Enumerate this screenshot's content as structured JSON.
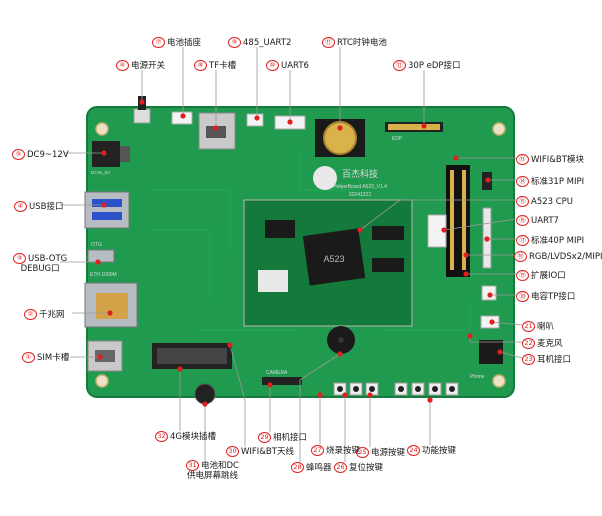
{
  "board": {
    "brand_cn": "百杰科技",
    "model": "HelperBoard A523_V1.4",
    "date": "20241222",
    "cpu_mark": "A523",
    "silk_eth": "ETH 1000M",
    "silk_otg": "OTG",
    "silk_camera": "CAMERA",
    "silk_phone": "Phone",
    "silk_edp": "EDP",
    "silk_dcin": "DCIN_5V"
  },
  "callouts": [
    {
      "num": "①",
      "text": "SIM卡槽"
    },
    {
      "num": "②",
      "text": "千兆网"
    },
    {
      "num": "③",
      "text": "USB-OTG",
      "text2": "DEBUG口"
    },
    {
      "num": "④",
      "text": "USB接口"
    },
    {
      "num": "⑤",
      "text": "DC9~12V"
    },
    {
      "num": "⑥",
      "text": "电源开关"
    },
    {
      "num": "⑦",
      "text": "电池插座"
    },
    {
      "num": "⑧",
      "text": "TF卡槽"
    },
    {
      "num": "⑨",
      "text": "485_UART2"
    },
    {
      "num": "⑩",
      "text": "UART6"
    },
    {
      "num": "⑪",
      "text": "RTC时钟电池"
    },
    {
      "num": "⑫",
      "text": "30P eDP接口"
    },
    {
      "num": "⑬",
      "text": "WIFI&BT模块"
    },
    {
      "num": "⑭",
      "text": "标准31P MIPI"
    },
    {
      "num": "⑮",
      "text": "A523 CPU"
    },
    {
      "num": "⑯",
      "text": "UART7"
    },
    {
      "num": "⑰",
      "text": "标准40P MIPI"
    },
    {
      "num": "⑱",
      "text": "RGB/LVDSx2/MIPI"
    },
    {
      "num": "⑲",
      "text": "扩展IO口"
    },
    {
      "num": "⑳",
      "text": "电容TP接口"
    },
    {
      "num": "21",
      "text": "喇叭"
    },
    {
      "num": "22",
      "text": "麦克风"
    },
    {
      "num": "23",
      "text": "耳机接口"
    },
    {
      "num": "24",
      "text": "功能按键"
    },
    {
      "num": "25",
      "text": "电源按键"
    },
    {
      "num": "26",
      "text": "复位按键"
    },
    {
      "num": "27",
      "text": "烧录按键"
    },
    {
      "num": "28",
      "text": "蜂鸣器"
    },
    {
      "num": "29",
      "text": "相机接口"
    },
    {
      "num": "30",
      "text": "WIFI&BT天线"
    },
    {
      "num": "31",
      "text": "电池和DC",
      "text2": "供电屏幕跳线"
    },
    {
      "num": "32",
      "text": "4G模块插槽"
    }
  ],
  "colors": {
    "pcb": "#1f9a4f",
    "pcb_dark": "#157a3c",
    "callout": "#e02020",
    "leader": "#9a9a9a",
    "gold": "#d9b24a"
  }
}
